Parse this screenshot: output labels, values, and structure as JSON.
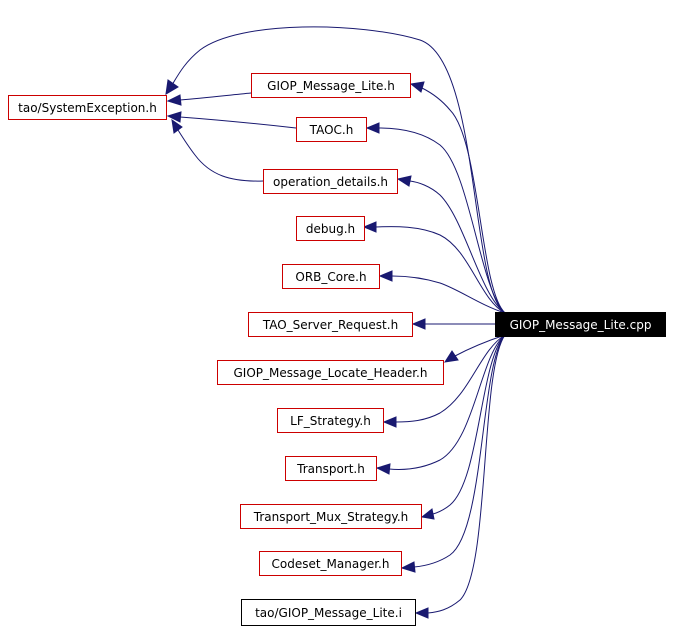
{
  "graph": {
    "root": "GIOP_Message_Lite.cpp",
    "nodes": [
      {
        "id": "system_exception",
        "label": "tao/SystemException.h"
      },
      {
        "id": "giop_message_lite_h",
        "label": "GIOP_Message_Lite.h"
      },
      {
        "id": "taoc",
        "label": "TAOC.h"
      },
      {
        "id": "operation_details",
        "label": "operation_details.h"
      },
      {
        "id": "debug",
        "label": "debug.h"
      },
      {
        "id": "orb_core",
        "label": "ORB_Core.h"
      },
      {
        "id": "tao_server_request",
        "label": "TAO_Server_Request.h"
      },
      {
        "id": "giop_message_locate_header",
        "label": "GIOP_Message_Locate_Header.h"
      },
      {
        "id": "lf_strategy",
        "label": "LF_Strategy.h"
      },
      {
        "id": "transport",
        "label": "Transport.h"
      },
      {
        "id": "transport_mux_strategy",
        "label": "Transport_Mux_Strategy.h"
      },
      {
        "id": "codeset_manager",
        "label": "Codeset_Manager.h"
      },
      {
        "id": "giop_message_lite_i",
        "label": "tao/GIOP_Message_Lite.i"
      }
    ],
    "edges": [
      {
        "from": "root",
        "to": "system_exception"
      },
      {
        "from": "root",
        "to": "giop_message_lite_h"
      },
      {
        "from": "root",
        "to": "taoc"
      },
      {
        "from": "root",
        "to": "operation_details"
      },
      {
        "from": "root",
        "to": "debug"
      },
      {
        "from": "root",
        "to": "orb_core"
      },
      {
        "from": "root",
        "to": "tao_server_request"
      },
      {
        "from": "root",
        "to": "giop_message_locate_header"
      },
      {
        "from": "root",
        "to": "lf_strategy"
      },
      {
        "from": "root",
        "to": "transport"
      },
      {
        "from": "root",
        "to": "transport_mux_strategy"
      },
      {
        "from": "root",
        "to": "codeset_manager"
      },
      {
        "from": "root",
        "to": "giop_message_lite_i"
      },
      {
        "from": "giop_message_lite_h",
        "to": "system_exception"
      },
      {
        "from": "taoc",
        "to": "system_exception"
      },
      {
        "from": "operation_details",
        "to": "system_exception"
      }
    ]
  },
  "colors": {
    "edge": "#191970",
    "node_border": "#cc0000",
    "root_fill": "#000000",
    "root_text": "#ffffff"
  }
}
